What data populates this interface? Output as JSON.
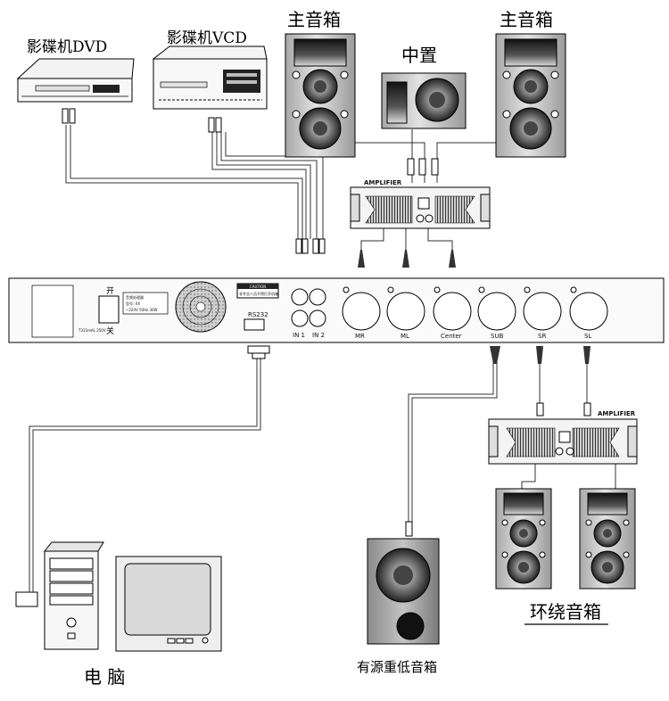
{
  "devices": {
    "dvd_label": "影碟机DVD",
    "vcd_label": "影碟机VCD",
    "main_speaker_left_label": "主音箱",
    "main_speaker_right_label": "主音箱",
    "center_label": "中置",
    "surround_label": "环绕音箱",
    "subwoofer_label": "有源重低音箱",
    "computer_label": "电 脑"
  },
  "amplifiers": {
    "top_label": "AMPLIFIER",
    "bottom_label": "AMPLIFIER"
  },
  "processor": {
    "switch_on": "开",
    "switch_off": "关",
    "rs232": "RS232",
    "in1": "IN 1",
    "in2": "IN 2",
    "outputs": [
      "MR",
      "ML",
      "Center",
      "SUB",
      "SR",
      "SL"
    ],
    "caution": "CAUTION",
    "fuse_text": "T315mAL 250V",
    "spec_lines": [
      "音频处理器",
      "型号: XX",
      "~220V 50Hz 30W"
    ],
    "warning_text": "非专业人员不得打开机箱"
  }
}
